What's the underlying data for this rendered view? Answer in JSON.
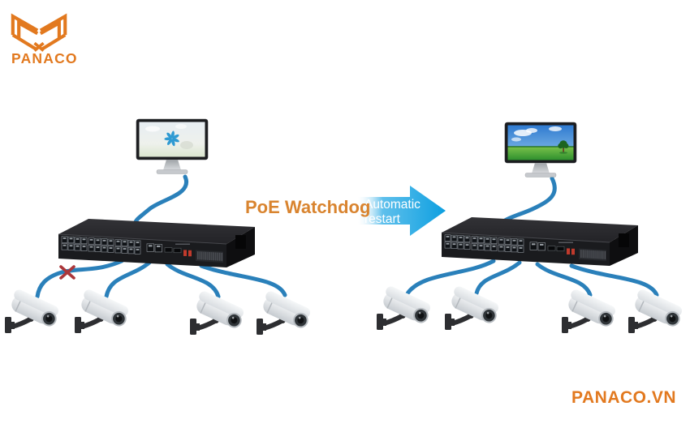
{
  "brand": {
    "logo_text": "PANACO",
    "website_text": "PANACO.VN"
  },
  "annotations": {
    "feature_label": "PoE Watchdog",
    "arrow_label_line1": "Automatic",
    "arrow_label_line2": "restart"
  },
  "devices": {
    "monitor_before": "desktop-monitor-pale-screensaver",
    "monitor_after": "desktop-monitor-landscape-wallpaper",
    "switch_before": "24-port-poe-network-switch",
    "switch_after": "24-port-poe-network-switch",
    "cameras_before": 4,
    "cameras_after": 4,
    "fault_x_on_first_camera_cable_before": true
  },
  "colors": {
    "brand_orange": "#e2791f",
    "feature_text_orange": "#d9842f",
    "cable_blue": "#2a80ba",
    "arrow_blue": "#0d9fe0",
    "fault_red": "#ab363a"
  }
}
